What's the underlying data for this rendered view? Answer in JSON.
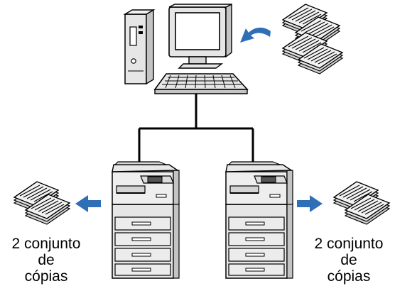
{
  "captions": {
    "left": {
      "line1": "2 conjunto",
      "line2": "de",
      "line3": "cópias"
    },
    "right": {
      "line1": "2 conjunto",
      "line2": "de",
      "line3": "cópias"
    }
  },
  "colors": {
    "arrow": "#2f6fb5",
    "line": "#000000",
    "device_body": "#e6e6e6",
    "device_shade": "#c4c4c4",
    "paper": "#f2f2f2",
    "monitor_screen": "#ffffff"
  },
  "icons": {
    "pc_tower": "pc-tower-icon",
    "monitor": "monitor-icon",
    "keyboard": "keyboard-icon",
    "printer": "printer-icon",
    "document_stack": "document-stack-icon",
    "arrow": "arrow-icon"
  }
}
